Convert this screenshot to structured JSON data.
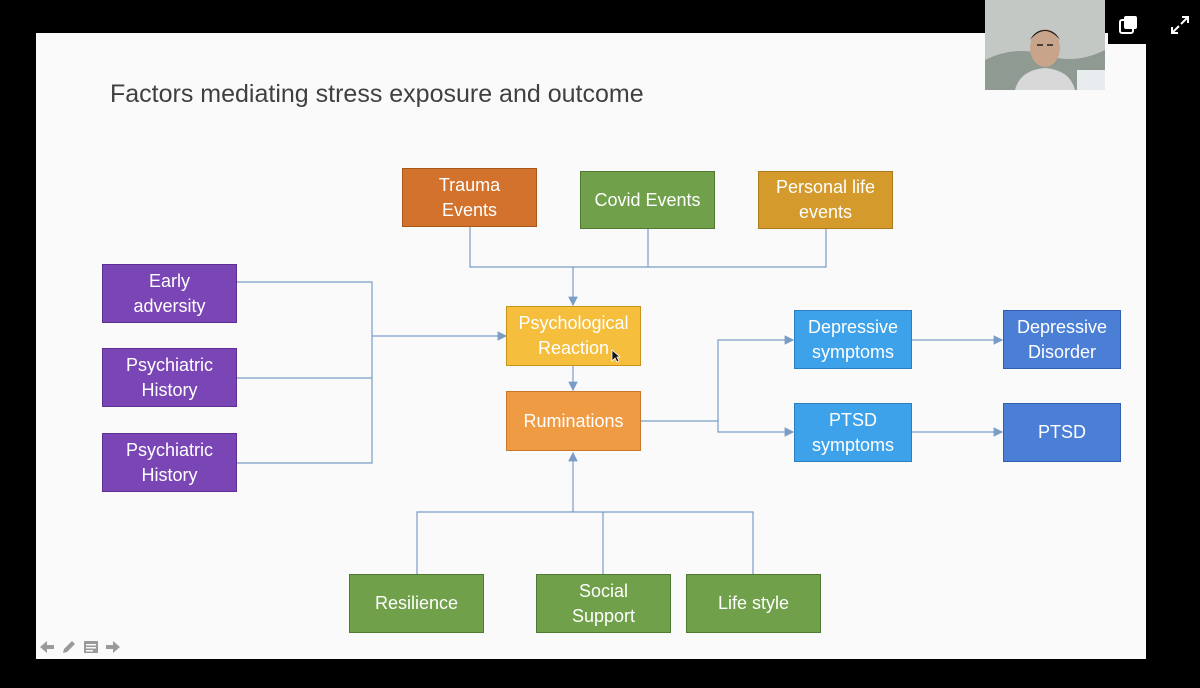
{
  "slide": {
    "title": "Factors mediating stress exposure and outcome"
  },
  "nodes": {
    "trauma_events": "Trauma\nEvents",
    "covid_events": "Covid Events",
    "personal_life_events": "Personal life\nevents",
    "early_adversity": "Early\nadversity",
    "psychiatric_history_1": "Psychiatric\nHistory",
    "psychiatric_history_2": "Psychiatric\nHistory",
    "psychological_reaction": "Psychological\nReaction",
    "ruminations": "Ruminations",
    "depressive_symptoms": "Depressive\nsymptoms",
    "ptsd_symptoms": "PTSD\nsymptoms",
    "depressive_disorder": "Depressive\nDisorder",
    "ptsd": "PTSD",
    "resilience": "Resilience",
    "social_support": "Social\nSupport",
    "life_style": "Life style"
  },
  "colors": {
    "green": "#70a04a",
    "purple": "#7a46b5",
    "orange_dark": "#d2722c",
    "mustard": "#d49a2b",
    "yellow": "#f5be3c",
    "orange": "#ef9b44",
    "light_blue": "#3ea2ea",
    "blue": "#4b7fd6",
    "connector": "#7a9cc6"
  },
  "toolbar": {
    "icons": [
      "arrow-left-icon",
      "pen-icon",
      "notes-icon",
      "arrow-right-icon"
    ]
  },
  "window_controls": {
    "icons": [
      "picture-in-picture-icon",
      "expand-icon"
    ]
  }
}
